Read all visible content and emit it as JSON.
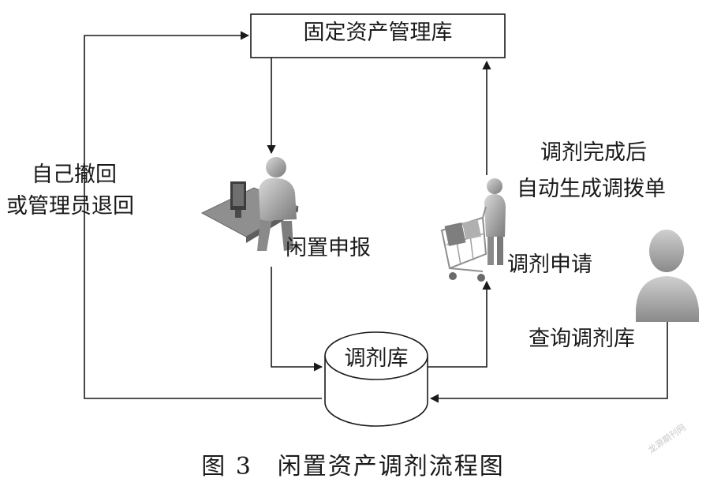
{
  "nodes": {
    "fixed_asset_db": "固定资产管理库",
    "transfer_db": "调剂库"
  },
  "labels": {
    "withdraw_line1": "自己撤回",
    "withdraw_line2": "或管理员退回",
    "idle_report": "闲置申报",
    "transfer_apply": "调剂申请",
    "auto_gen_line1": "调剂完成后",
    "auto_gen_line2": "自动生成调拨单",
    "query_db": "查询调剂库"
  },
  "caption": "图 3　闲置资产调剂流程图",
  "watermark": "龙源期刊网",
  "icons": {
    "reporter": "desk-worker-icon",
    "applicant": "shopping-cart-person-icon",
    "viewer": "person-avatar-icon"
  },
  "colors": {
    "line": "#1a1a1a",
    "icon_gray": "#9a9a9a"
  }
}
